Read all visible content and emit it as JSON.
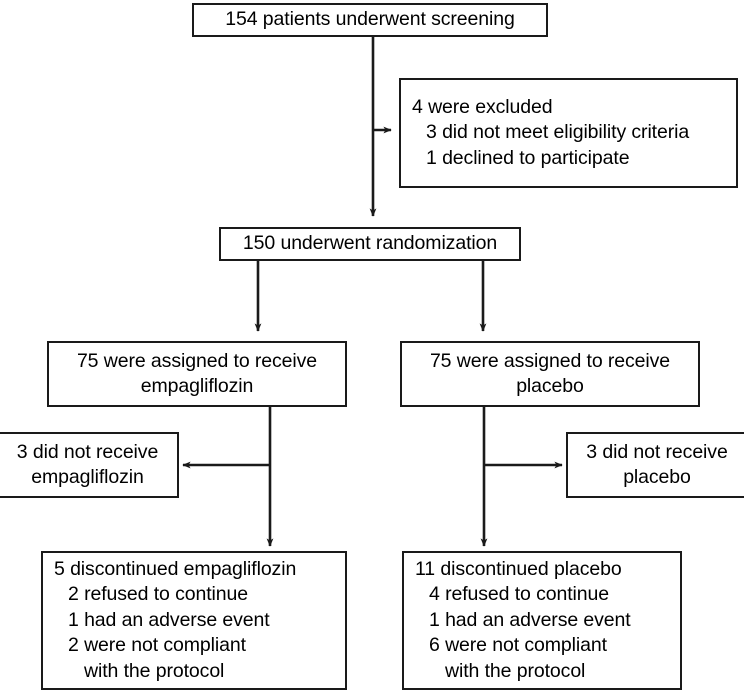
{
  "diagram": {
    "type": "consort-flow-diagram",
    "title": "Patient enrollment, randomization, and follow-up flow",
    "colors": {
      "box_border": "#1a1a1a",
      "box_fill": "#ffffff",
      "connector": "#1a1a1a",
      "text": "#000000"
    },
    "nodes": {
      "screening": {
        "lines": [
          "154 patients underwent screening"
        ]
      },
      "excluded": {
        "lines": [
          "4 were excluded",
          "3 did not meet eligibility criteria",
          "1 declined to participate"
        ]
      },
      "randomization": {
        "lines": [
          "150 underwent randomization"
        ]
      },
      "assigned_empagliflozin": {
        "lines": [
          "75 were assigned to receive",
          "empagliflozin"
        ]
      },
      "assigned_placebo": {
        "lines": [
          "75 were assigned to receive",
          "placebo"
        ]
      },
      "not_received_empagliflozin": {
        "lines": [
          "3 did not receive",
          "empagliflozin"
        ]
      },
      "not_received_placebo": {
        "lines": [
          "3 did not receive",
          "placebo"
        ]
      },
      "discontinued_empagliflozin": {
        "lines": [
          "5 discontinued empagliflozin",
          "2 refused to continue",
          "1 had an adverse event",
          "2 were not compliant",
          "with the protocol"
        ]
      },
      "discontinued_placebo": {
        "lines": [
          "11 discontinued placebo",
          "4 refused to continue",
          "1 had an adverse event",
          "6 were not compliant",
          "with the protocol"
        ]
      }
    }
  }
}
